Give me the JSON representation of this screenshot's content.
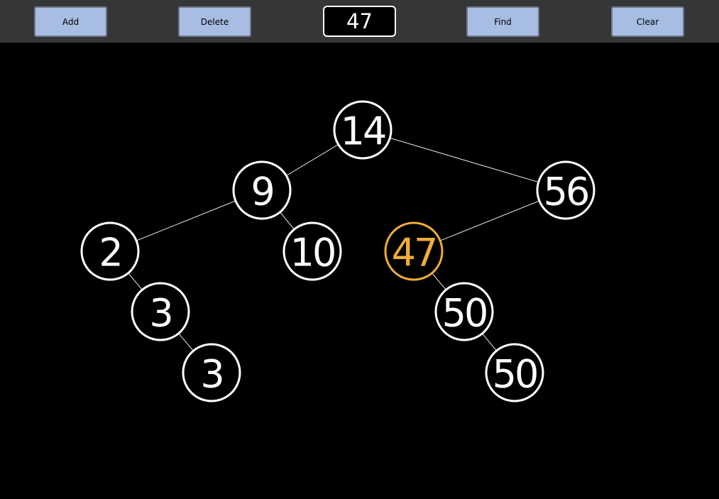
{
  "toolbar": {
    "add_label": "Add",
    "delete_label": "Delete",
    "find_label": "Find",
    "clear_label": "Clear",
    "input_value": "47"
  },
  "colors": {
    "node_stroke": "#ffffff",
    "highlight": "#f0ac3a",
    "edge": "#ffffff",
    "button_fill": "#a7bde3",
    "toolbar_bg": "#353638"
  },
  "tree": {
    "highlighted_node": "n47",
    "nodes": [
      {
        "id": "n14",
        "label": "14"
      },
      {
        "id": "n9",
        "label": "9"
      },
      {
        "id": "n56",
        "label": "56"
      },
      {
        "id": "n2",
        "label": "2"
      },
      {
        "id": "n10",
        "label": "10"
      },
      {
        "id": "n47",
        "label": "47"
      },
      {
        "id": "n3a",
        "label": "3"
      },
      {
        "id": "n50a",
        "label": "50"
      },
      {
        "id": "n3b",
        "label": "3"
      },
      {
        "id": "n50b",
        "label": "50"
      }
    ],
    "edges": [
      [
        "n14",
        "n9"
      ],
      [
        "n14",
        "n56"
      ],
      [
        "n9",
        "n2"
      ],
      [
        "n9",
        "n10"
      ],
      [
        "n56",
        "n47"
      ],
      [
        "n2",
        "n3a"
      ],
      [
        "n3a",
        "n3b"
      ],
      [
        "n47",
        "n50a"
      ],
      [
        "n50a",
        "n50b"
      ]
    ]
  }
}
